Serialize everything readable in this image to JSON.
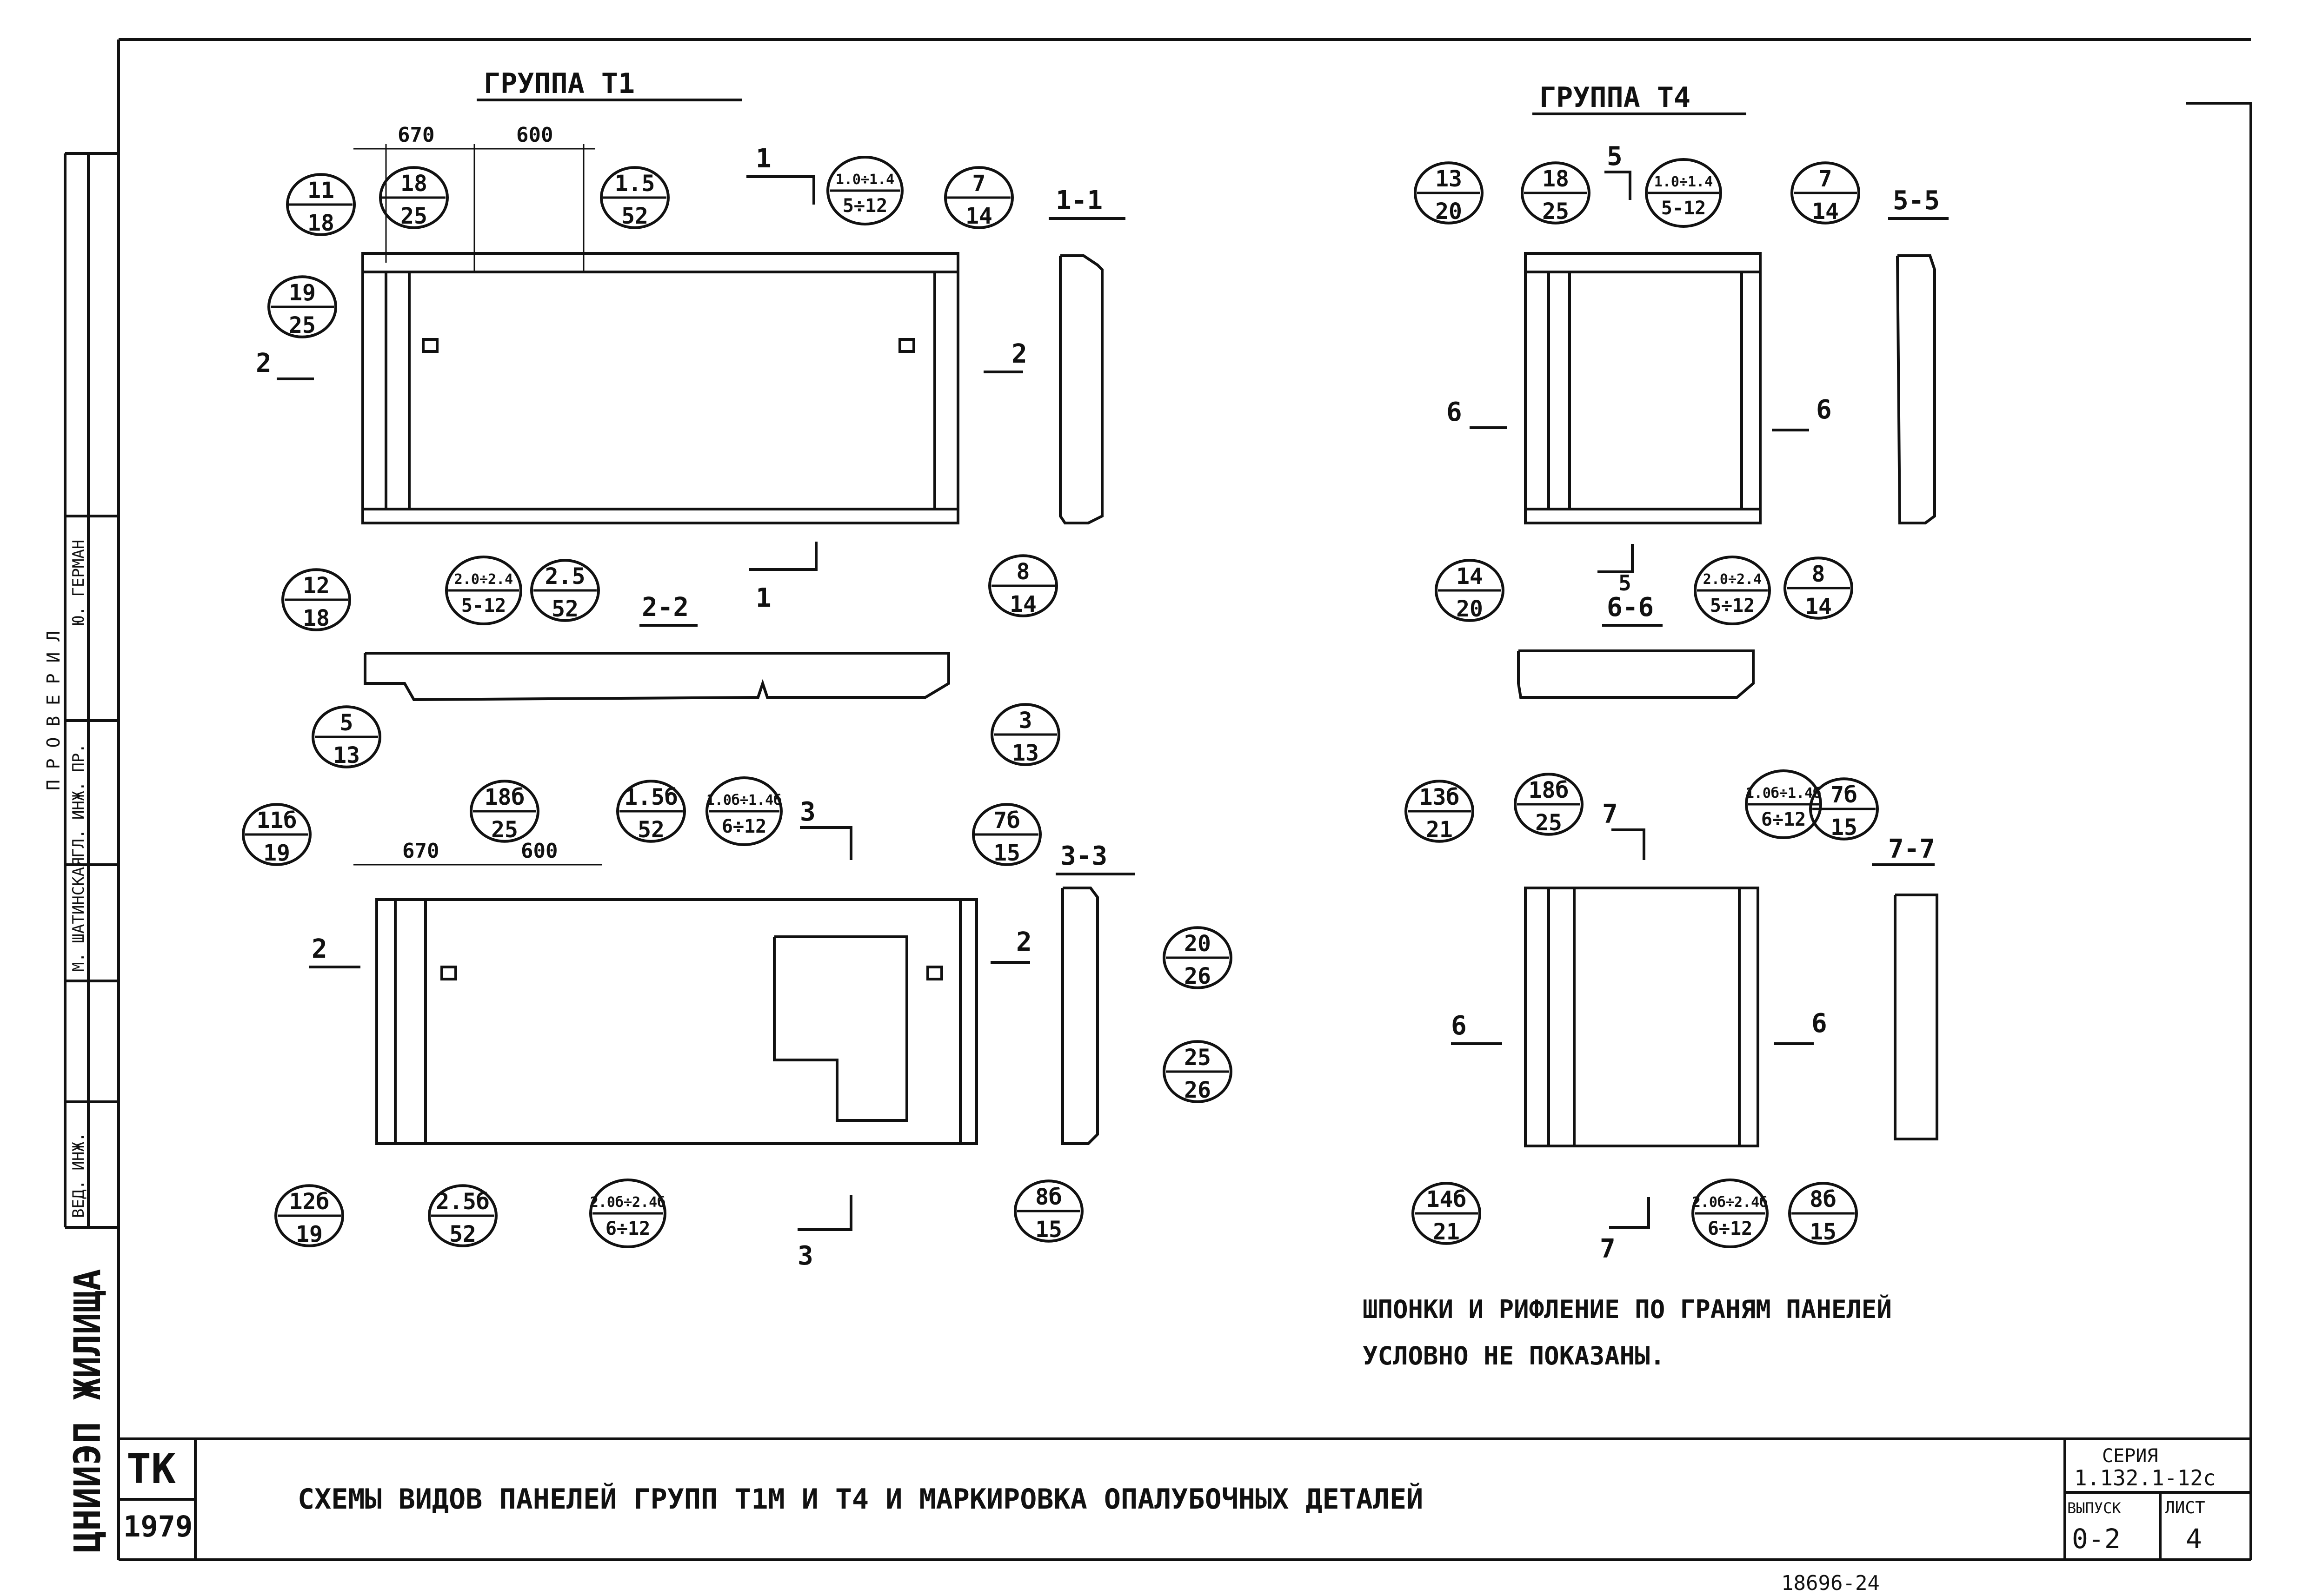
{
  "sheet": {
    "headings": {
      "group_t1": "ГРУППА Т1",
      "group_t4": "ГРУППА Т4"
    },
    "dims": {
      "d670_top": "670",
      "d600_top": "600",
      "d670_bot": "670",
      "d600_bot": "600"
    },
    "sections": {
      "s11": "1-1",
      "s22": "2-2",
      "s33": "3-3",
      "s55": "5-5",
      "s66": "6-6",
      "s77": "7-7"
    },
    "cut_marks": {
      "c1a": "1",
      "c1b": "1",
      "c2a": "2",
      "c2b": "2",
      "c2c": "2",
      "c2d": "2",
      "c3a": "3",
      "c3b": "3",
      "c5a": "5",
      "c5b": "5",
      "c6a": "6",
      "c6b": "6",
      "c6c": "6",
      "c6d": "6",
      "c7a": "7",
      "c7b": "7"
    },
    "callouts": [
      {
        "id": "c01",
        "top": "11",
        "bot": "18"
      },
      {
        "id": "c02",
        "top": "18",
        "bot": "25"
      },
      {
        "id": "c03",
        "top": "1.5",
        "bot": "52"
      },
      {
        "id": "c04",
        "top": "1.0÷1.4",
        "bot": "5÷12"
      },
      {
        "id": "c05",
        "top": "7",
        "bot": "14"
      },
      {
        "id": "c06",
        "top": "19",
        "bot": "25"
      },
      {
        "id": "c07",
        "top": "12",
        "bot": "18"
      },
      {
        "id": "c08",
        "top": "2.0÷2.4",
        "bot": "5-12"
      },
      {
        "id": "c09",
        "top": "2.5",
        "bot": "52"
      },
      {
        "id": "c10",
        "top": "8",
        "bot": "14"
      },
      {
        "id": "c11",
        "top": "5",
        "bot": "13"
      },
      {
        "id": "c12",
        "top": "3",
        "bot": "13"
      },
      {
        "id": "c13",
        "top": "11б",
        "bot": "19"
      },
      {
        "id": "c14",
        "top": "18б",
        "bot": "25"
      },
      {
        "id": "c15",
        "top": "1.5б",
        "bot": "52"
      },
      {
        "id": "c16",
        "top": "1.0б÷1.4б",
        "bot": "6÷12"
      },
      {
        "id": "c17",
        "top": "7б",
        "bot": "15"
      },
      {
        "id": "c18",
        "top": "20",
        "bot": "26"
      },
      {
        "id": "c19",
        "top": "25",
        "bot": "26"
      },
      {
        "id": "c20",
        "top": "12б",
        "bot": "19"
      },
      {
        "id": "c21",
        "top": "2.5б",
        "bot": "52"
      },
      {
        "id": "c22",
        "top": "2.0б÷2.4б",
        "bot": "6÷12"
      },
      {
        "id": "c23",
        "top": "8б",
        "bot": "15"
      },
      {
        "id": "c24",
        "top": "13",
        "bot": "20"
      },
      {
        "id": "c25",
        "top": "18",
        "bot": "25"
      },
      {
        "id": "c26",
        "top": "1.0÷1.4",
        "bot": "5-12"
      },
      {
        "id": "c27",
        "top": "7",
        "bot": "14"
      },
      {
        "id": "c28",
        "top": "14",
        "bot": "20"
      },
      {
        "id": "c29",
        "top": "2.0÷2.4",
        "bot": "5÷12"
      },
      {
        "id": "c30",
        "top": "8",
        "bot": "14"
      },
      {
        "id": "c31",
        "top": "13б",
        "bot": "21"
      },
      {
        "id": "c32",
        "top": "18б",
        "bot": "25"
      },
      {
        "id": "c33",
        "top": "1.0б÷1.4б",
        "bot": "6÷12"
      },
      {
        "id": "c34",
        "top": "7б",
        "bot": "15"
      },
      {
        "id": "c35",
        "top": "14б",
        "bot": "21"
      },
      {
        "id": "c36",
        "top": "2.0б÷2.4б",
        "bot": "6÷12"
      },
      {
        "id": "c37",
        "top": "8б",
        "bot": "15"
      }
    ],
    "note_line1": "ШПОНКИ И РИФЛЕНИЕ ПО ГРАНЯМ ПАНЕЛЕЙ",
    "note_line2": "УСЛОВНО НЕ ПОКАЗАНЫ."
  },
  "side_stamp": {
    "org": "ЦНИИЭП ЖИЛИЩА",
    "role_ved": "ВЕД. ИНЖ.",
    "role_gl": "ГЛ. ИНЖ. ПР.",
    "name_shat": "М. ШАТИНСКАЯ",
    "name_german": "Ю. ГЕРМАН",
    "checked": "П Р О В Е Р И Л"
  },
  "title_block": {
    "code": "ТК",
    "year": "1979",
    "title": "СХЕМЫ ВИДОВ ПАНЕЛЕЙ ГРУПП Т1М И Т4 И МАРКИРОВКА ОПАЛУБОЧНЫХ ДЕТАЛЕЙ",
    "series_label": "СЕРИЯ",
    "series_value": "1.132.1-12с",
    "issue_label": "ВЫПУСК",
    "issue_value": "0-2",
    "sheet_label": "ЛИСТ",
    "sheet_value": "4"
  },
  "footer_ref": "18696-24"
}
